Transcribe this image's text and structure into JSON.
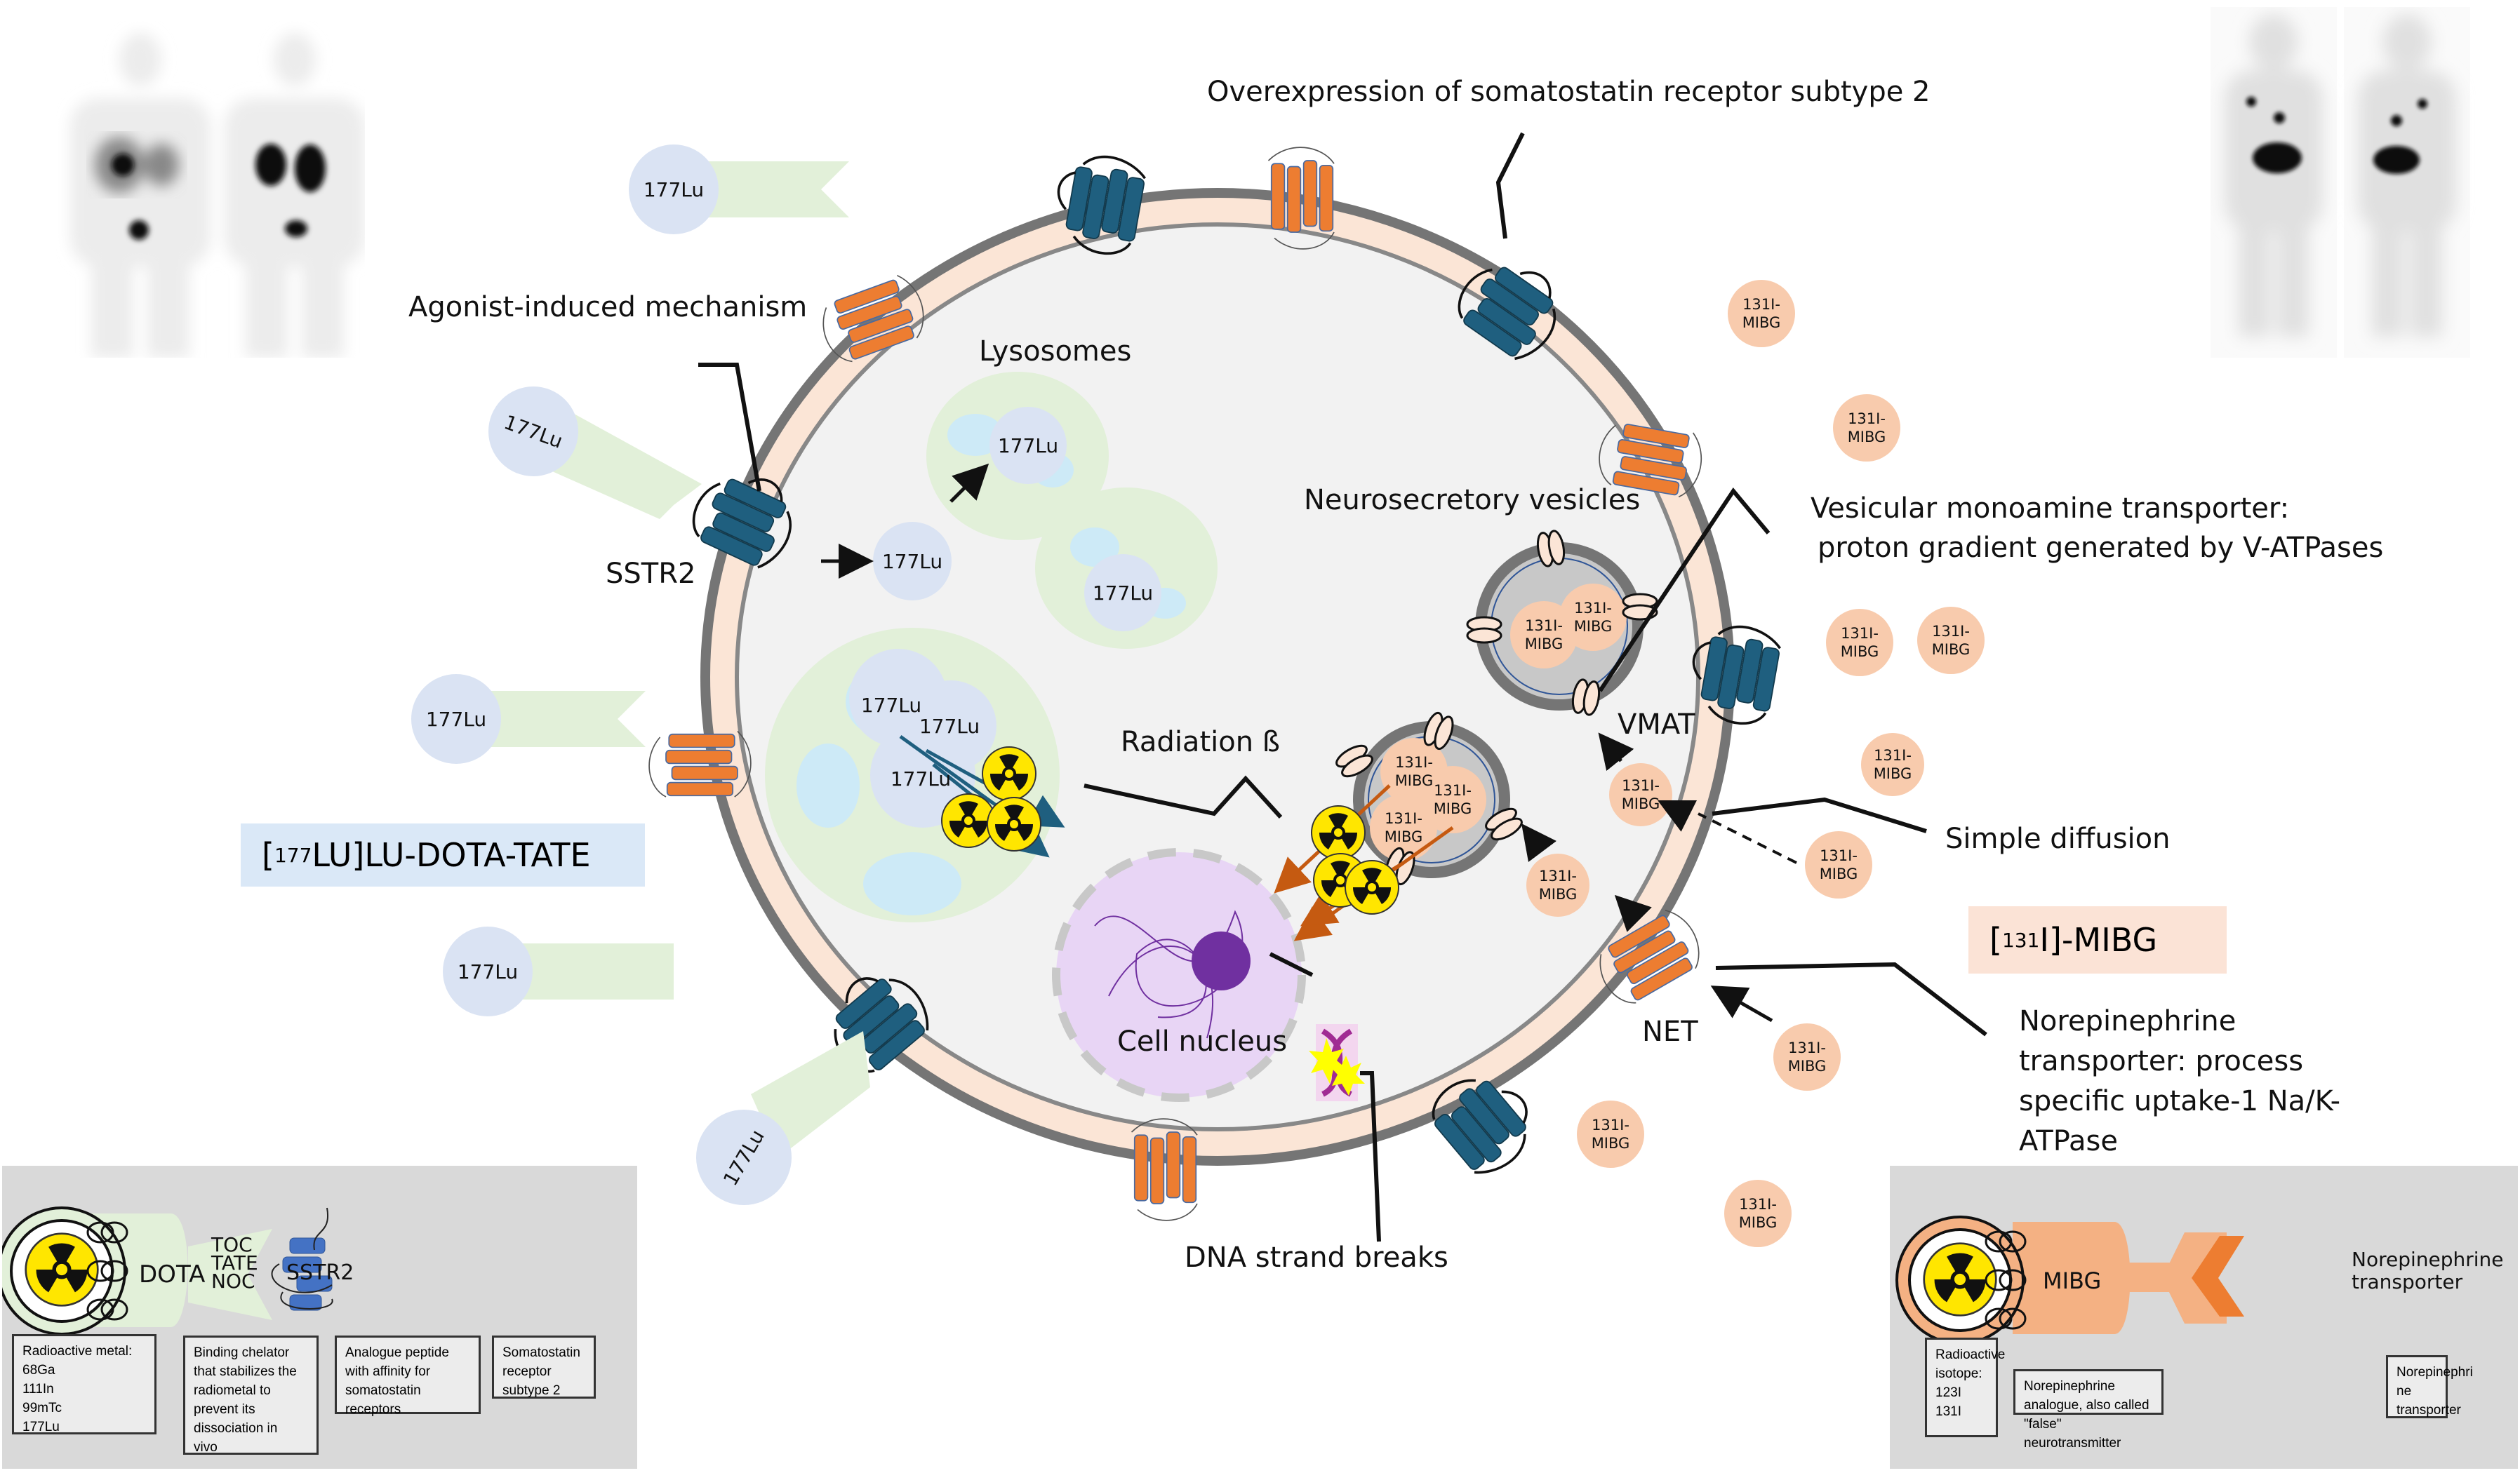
{
  "labels": {
    "overexpression": "Overexpression of somatostatin receptor subtype 2",
    "agonist": "Agonist-induced mechanism",
    "lysosomes": "Lysosomes",
    "sstr2": "SSTR2",
    "neurosecretory": "Neurosecretory vesicles",
    "vmat_line1": "Vesicular monoamine transporter:",
    "vmat_line2": "proton gradient generated by V-ATPases",
    "vmat": "VMAT",
    "radiation": "Radiation ß",
    "simple_diffusion": "Simple diffusion",
    "net": "NET",
    "net_desc": [
      "Norepinephrine",
      "transporter: process",
      "specific uptake-1 Na/K-",
      "ATPase"
    ],
    "cell_nucleus": "Cell nucleus",
    "dna_breaks": "DNA strand breaks"
  },
  "tags": {
    "lutate": {
      "open": "[",
      "sup": "177",
      "rest": "LU]LU-DOTA-TATE"
    },
    "mibg": {
      "open": "[",
      "sup": "131",
      "rest": "I]-MIBG"
    }
  },
  "particles": {
    "lu": "177Lu",
    "mibg_top": "131I-",
    "mibg_bottom": "MIBG"
  },
  "legend_left": {
    "chelator": "DOTA",
    "peptides": [
      "TOC",
      "TATE",
      "NOC"
    ],
    "receptor": "SSTR2",
    "notes": [
      "Radioactive metal:\n68Ga\n111In\n99mTc\n177Lu",
      "Binding chelator\nthat stabilizes the\nradiometal to\nprevent its\ndissociation in\nvivo",
      "Analogue peptide\nwith affinity for\nsomatostatin\nreceptors",
      "Somatostatin\nreceptor\nsubtype 2"
    ]
  },
  "legend_right": {
    "compound": "MIBG",
    "target": "Norepinephrine\ntransporter",
    "notes": [
      "Radioactive\nisotope:\n123I\n131I",
      "Norepinephrine analogue, also called\n\"false\" neurotransmitter",
      "Norepinephri\nne\ntransporter"
    ]
  },
  "colors": {
    "lu_blue": "#dae3f3",
    "ligand_green": "#e2f0d9",
    "mibg_peach": "#f8cbad",
    "sstr_teal": "#1f5f7f",
    "net_orange": "#ed7d31",
    "membrane": "#fbe5d6",
    "cytoplasm": "#f2f2f2",
    "nucleus": "#e8d5f5",
    "nucleolus": "#7030a0",
    "tag_blue": "#dae8f7",
    "tag_peach": "#fbe3d6"
  }
}
